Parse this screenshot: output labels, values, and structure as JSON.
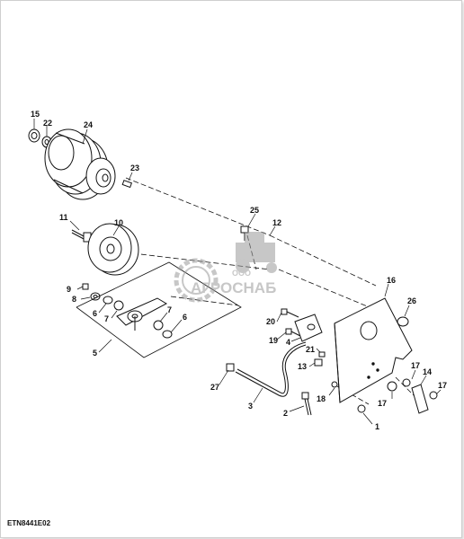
{
  "labels": [
    "15",
    "22",
    "24",
    "23",
    "11",
    "10",
    "25",
    "12",
    "9",
    "8",
    "6",
    "7",
    "7",
    "6",
    "5",
    "16",
    "26",
    "20",
    "19",
    "4",
    "21",
    "13",
    "18",
    "27",
    "3",
    "2",
    "17",
    "14",
    "17",
    "17",
    "1"
  ],
  "watermark": {
    "top": "ООО",
    "main": "АГРОСНАБ",
    "color": "#9a9a9a"
  },
  "reference_code": "ETN8441E02"
}
